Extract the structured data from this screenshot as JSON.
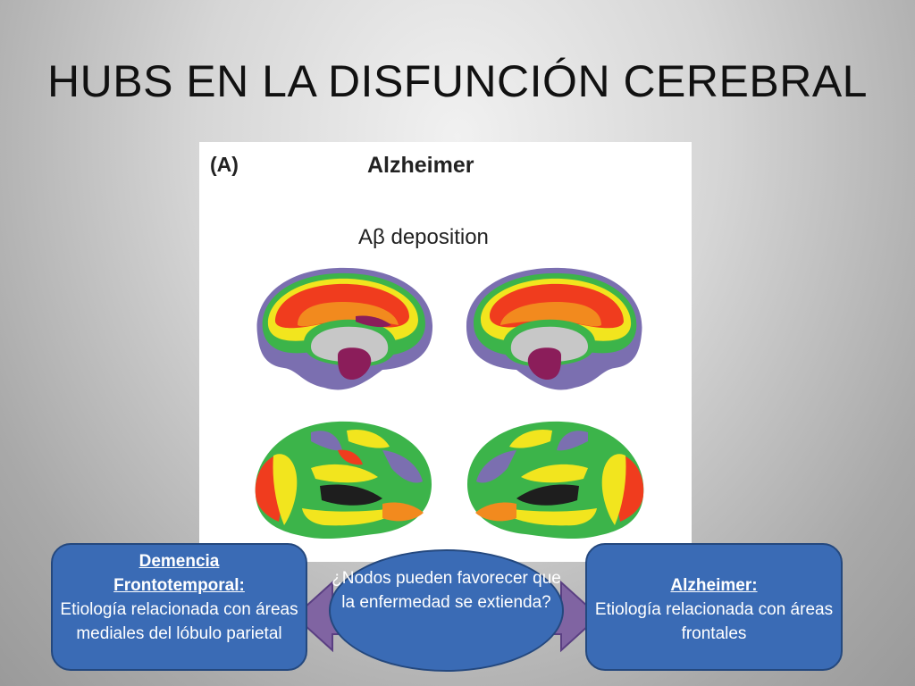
{
  "slide": {
    "title": "HUBS EN LA DISFUNCIÓN CEREBRAL"
  },
  "figure": {
    "panel_label": "(A)",
    "title": "Alzheimer",
    "subtitle": "Aβ deposition"
  },
  "nodes": {
    "left": {
      "heading_1": "Demencia",
      "heading_2": "Frontotemporal:",
      "body": "Etiología relacionada con áreas mediales del lóbulo parietal"
    },
    "center": {
      "body": "¿Nodos pueden favorecer que la enfermedad se extienda?"
    },
    "right": {
      "heading": "Alzheimer:",
      "body": "Etiología relacionada con áreas frontales"
    }
  },
  "colors": {
    "node_fill": "#3a6bb5",
    "node_border": "#24487e",
    "arrow_fill": "#8064a2",
    "heat_red": "#f03c1e",
    "heat_yellow": "#f2e51e",
    "heat_green": "#3cb44a",
    "heat_purple": "#7b6fb0"
  }
}
